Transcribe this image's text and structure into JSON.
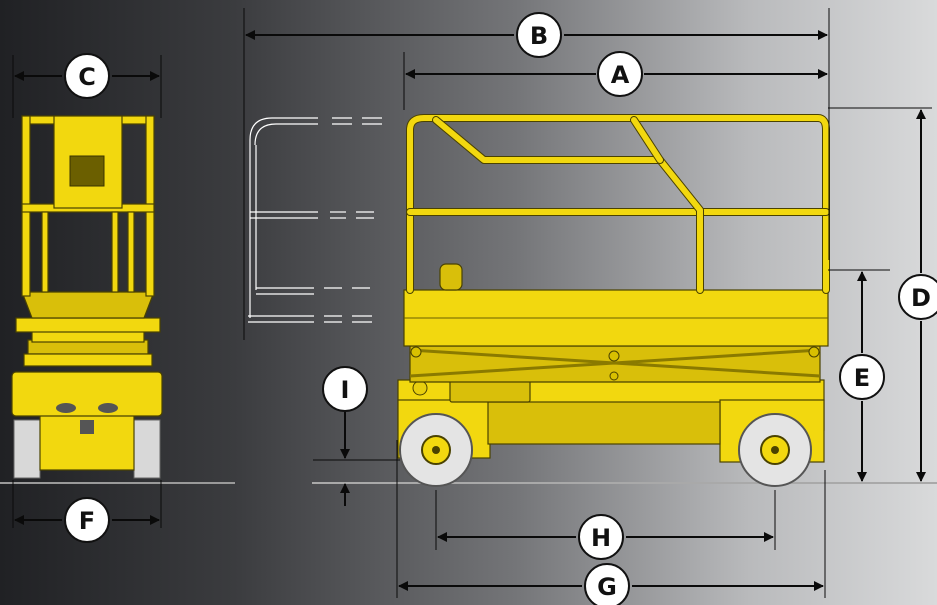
{
  "colors": {
    "machine_yellow": "#f2d80f",
    "dimension_line": "#0a0a0a",
    "label_circle": "#ffffff"
  },
  "dimension_labels": {
    "A": "A",
    "B": "B",
    "C": "C",
    "D": "D",
    "E": "E",
    "F": "F",
    "G": "G",
    "H": "H",
    "I": "I"
  }
}
